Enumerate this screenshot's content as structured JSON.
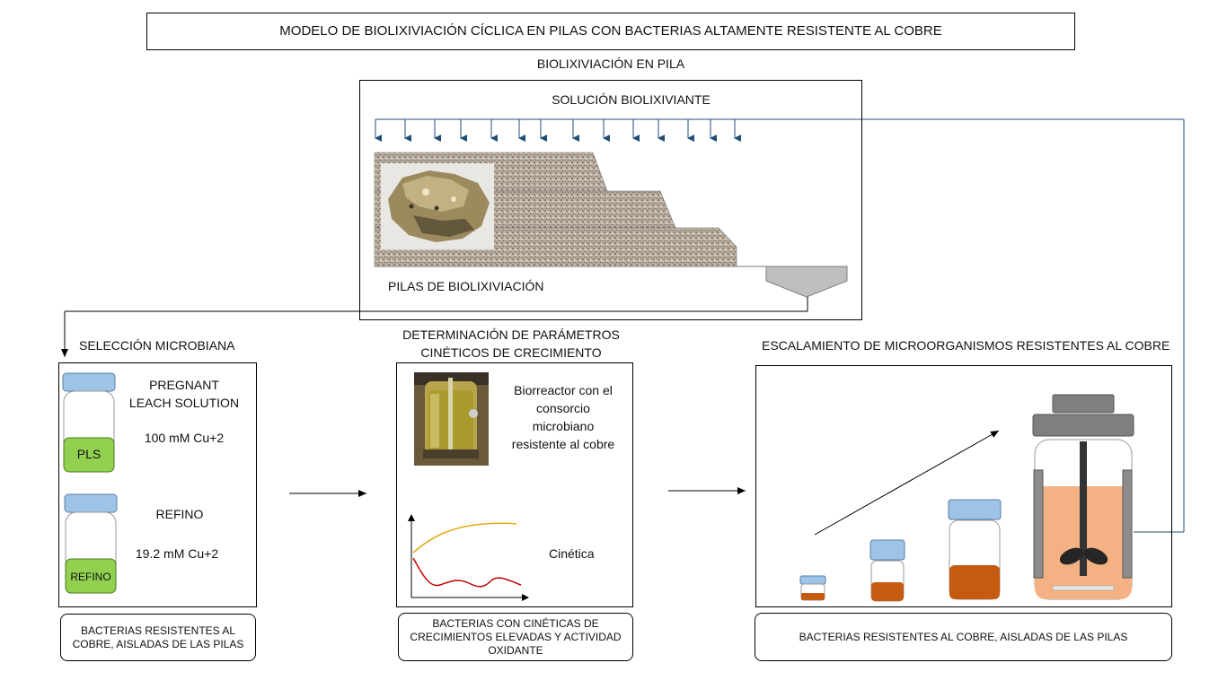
{
  "header": {
    "title": "MODELO DE BIOLIXIVIACIÓN CÍCLICA EN PILAS CON BACTERIAS ALTAMENTE RESISTENTE AL COBRE",
    "subtitle": "BIOLIXIVIACIÓN EN PILA"
  },
  "heap": {
    "solution_label": "SOLUCIÓN BIOLIXIVIANTE",
    "piles_label": "PILAS DE BIOLIXIVIACIÓN"
  },
  "selection": {
    "title": "SELECCIÓN MICROBIANA",
    "pls_title_line1": "PREGNANT",
    "pls_title_line2": "LEACH SOLUTION",
    "pls_conc": "100 mM Cu+2",
    "pls_label": "PLS",
    "refino_title": "REFINO",
    "refino_conc": "19.2 mM Cu+2",
    "refino_label": "REFINO",
    "caption_line1": "BACTERIAS RESISTENTES AL",
    "caption_line2": "COBRE, AISLADAS DE LAS PILAS"
  },
  "kinetics": {
    "title_line1": "DETERMINACIÓN DE PARÁMETROS",
    "title_line2": "CINÉTICOS DE CRECIMIENTO",
    "bioreactor_line1": "Biorreactor con el",
    "bioreactor_line2": "consorcio",
    "bioreactor_line3": "microbiano",
    "bioreactor_line4": "resistente al cobre",
    "kinetics_label": "Cinética",
    "caption_line1": "BACTERIAS CON CINÉTICAS DE",
    "caption_line2": "CRECIMIENTOS ELEVADAS Y ACTIVIDAD",
    "caption_line3": "OXIDANTE"
  },
  "scaling": {
    "title": "ESCALAMIENTO DE MICROORGANISMOS RESISTENTES AL COBRE",
    "caption": "BACTERIAS RESISTENTES AL COBRE, AISLADAS DE LAS PILAS"
  },
  "colors": {
    "accent_blue": "#1f4e79",
    "cap_blue": "#9dc3e6",
    "pls_green": "#92d050",
    "culture_orange": "#c55a11",
    "reactor_fill": "#f4b183",
    "kinetic_yellow": "#e6a817",
    "kinetic_red": "#c00000"
  }
}
